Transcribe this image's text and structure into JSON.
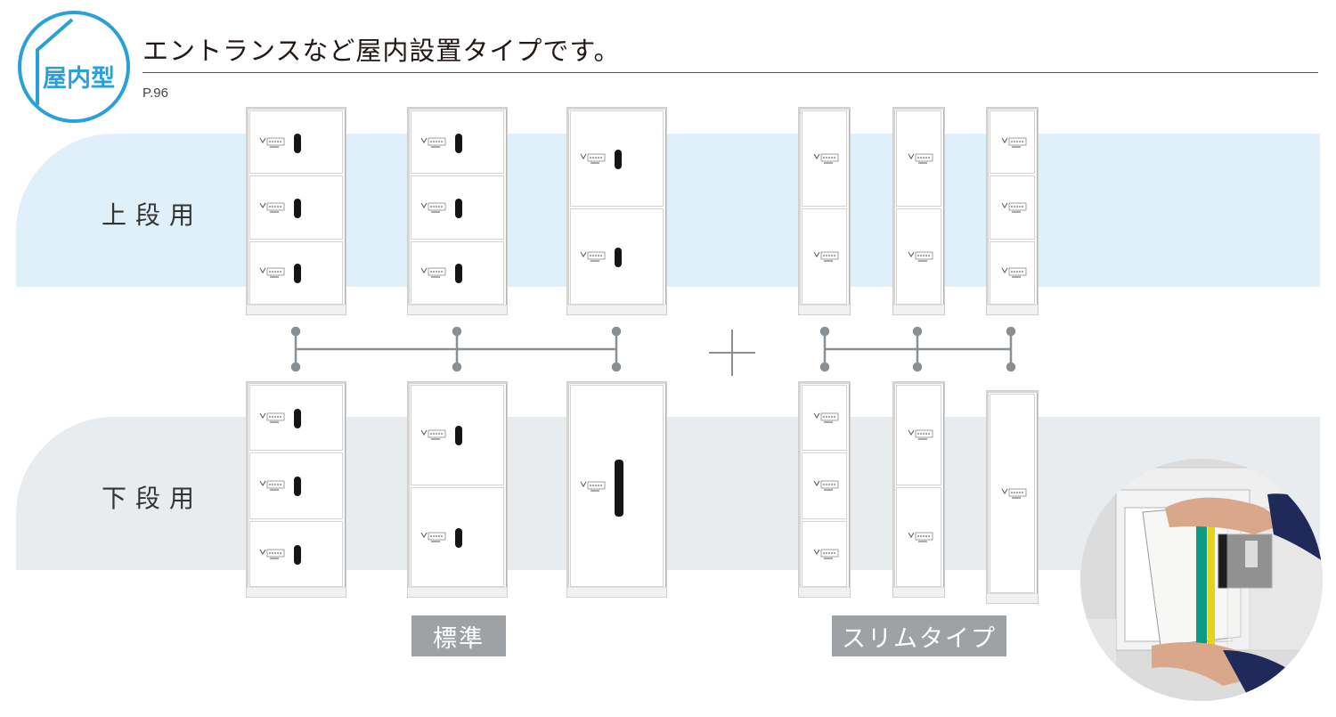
{
  "header": {
    "badge_text": "屋内型",
    "headline": "エントランスなど屋内設置タイプです。",
    "page_ref": "P.96"
  },
  "rows": {
    "upper_label": "上段用",
    "lower_label": "下段用"
  },
  "categories": {
    "standard_label": "標準",
    "slim_label": "スリムタイプ"
  },
  "colors": {
    "brand_blue": "#29a0da",
    "upper_band": "#e0f0fa",
    "lower_band": "#e8ecef",
    "label_gray": "#9ea2a5"
  },
  "icons": {
    "badge": "house-outline-icon",
    "plus": "plus-icon",
    "connector": "combination-connector"
  }
}
